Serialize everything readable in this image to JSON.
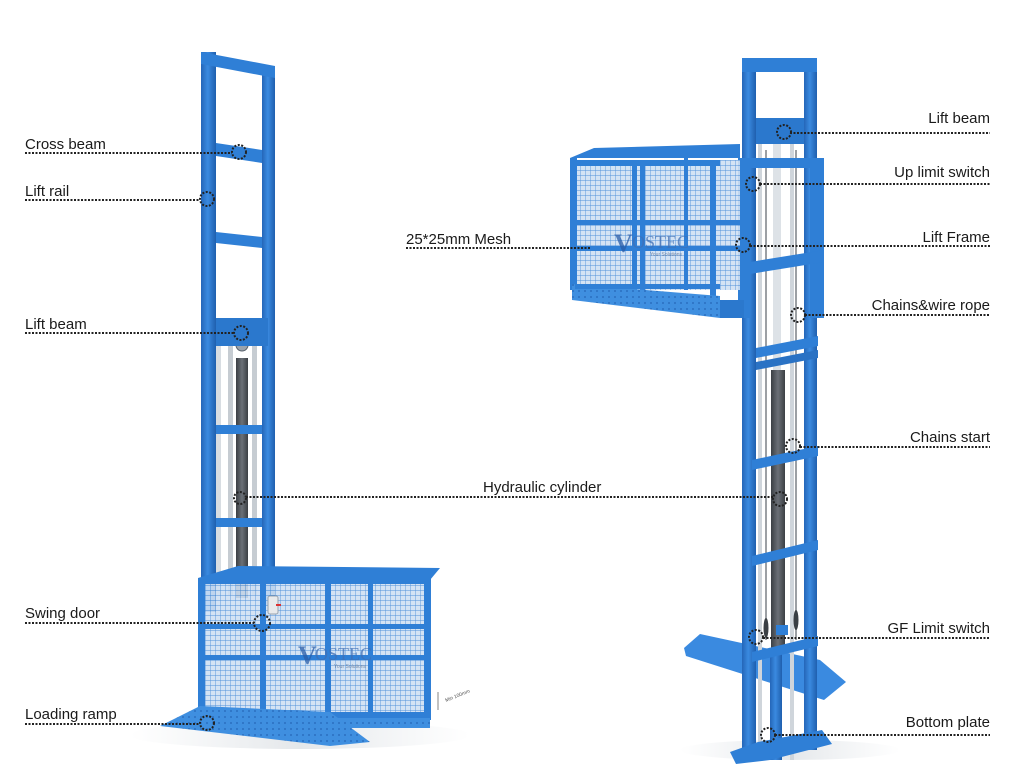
{
  "diagram": {
    "subject": "Hydraulic vertical goods lift – component callouts",
    "colors": {
      "frame_blue": "#2f7fd6",
      "frame_dark": "#1f5fae",
      "frame_light": "#4a98e8",
      "cylinder_grey": "#555a60",
      "rail_silver": "#d8dde2",
      "leader_line": "#222222",
      "background": "#ffffff"
    },
    "watermark": {
      "brand": "NOSTEC",
      "tagline": "Your Solutions"
    },
    "dimension_note": "Min 100mm",
    "left_lift": {
      "callouts": [
        {
          "id": "cross-beam",
          "label": "Cross beam"
        },
        {
          "id": "lift-rail",
          "label": "Lift rail"
        },
        {
          "id": "lift-beam-left",
          "label": "Lift beam"
        },
        {
          "id": "swing-door",
          "label": "Swing door"
        },
        {
          "id": "loading-ramp",
          "label": "Loading ramp"
        }
      ]
    },
    "center": {
      "callouts": [
        {
          "id": "mesh",
          "label": "25*25mm Mesh"
        },
        {
          "id": "hydraulic-cylinder",
          "label": "Hydraulic cylinder"
        }
      ]
    },
    "right_lift": {
      "callouts": [
        {
          "id": "lift-beam-right",
          "label": "Lift beam"
        },
        {
          "id": "up-limit-switch",
          "label": "Up limit switch"
        },
        {
          "id": "lift-frame",
          "label": "Lift Frame"
        },
        {
          "id": "chains-wire-rope",
          "label": "Chains&wire rope"
        },
        {
          "id": "chains-start",
          "label": "Chains start"
        },
        {
          "id": "gf-limit-switch",
          "label": "GF Limit switch"
        },
        {
          "id": "bottom-plate",
          "label": "Bottom plate"
        }
      ]
    }
  }
}
